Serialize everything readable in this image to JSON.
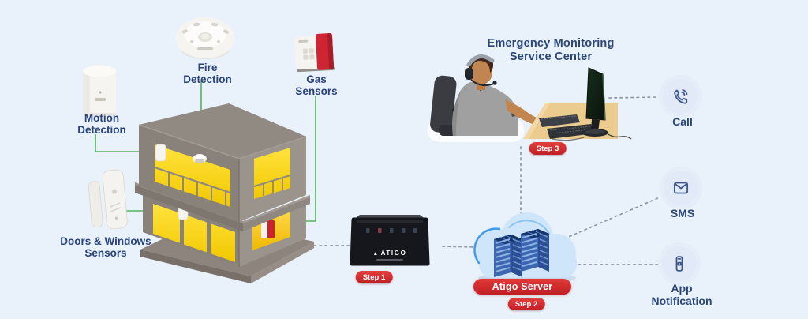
{
  "title": {
    "line1": "Emergency Monitoring",
    "line2": "Service Center"
  },
  "sensors": [
    {
      "id": "motion",
      "label_line1": "Motion",
      "label_line2": "Detection",
      "icon": "motion-sensor"
    },
    {
      "id": "fire",
      "label_line1": "Fire",
      "label_line2": "Detection",
      "icon": "smoke-detector"
    },
    {
      "id": "gas",
      "label_line1": "Gas",
      "label_line2": "Sensors",
      "icon": "gas-sensor"
    },
    {
      "id": "doors",
      "label_line1": "Doors & Windows",
      "label_line2": "Sensors",
      "icon": "door-window-sensor"
    }
  ],
  "steps": [
    "Step 1",
    "Step 2",
    "Step 3"
  ],
  "hub": {
    "brand": "ATIGO",
    "logo_icon": "triangle-logo"
  },
  "cloud": {
    "label": "Atigo Server",
    "icon": "cloud-server"
  },
  "outputs": [
    {
      "label": "Call",
      "icon": "phone-call-icon"
    },
    {
      "label": "SMS",
      "icon": "sms-envelope-icon"
    },
    {
      "label_line1": "App",
      "label_line2": "Notification",
      "icon": "app-notification-icon"
    }
  ],
  "colors": {
    "background": "#e9f1fb",
    "heading_text": "#2b4778",
    "label_text": "#28437c",
    "step_badge_red": "#d8232a",
    "connector_green": "#55b263",
    "connector_gray": "#8e99a6",
    "cloud_fill": "#cfe6fa",
    "cloud_accent": "#3f9ce9",
    "house_wall": "#89827b",
    "window_yellow": "#f6d500",
    "desk_tan": "#eccb8e",
    "icon_stroke": "#3d5788",
    "icon_chip_bg": "#e2eaf8"
  }
}
